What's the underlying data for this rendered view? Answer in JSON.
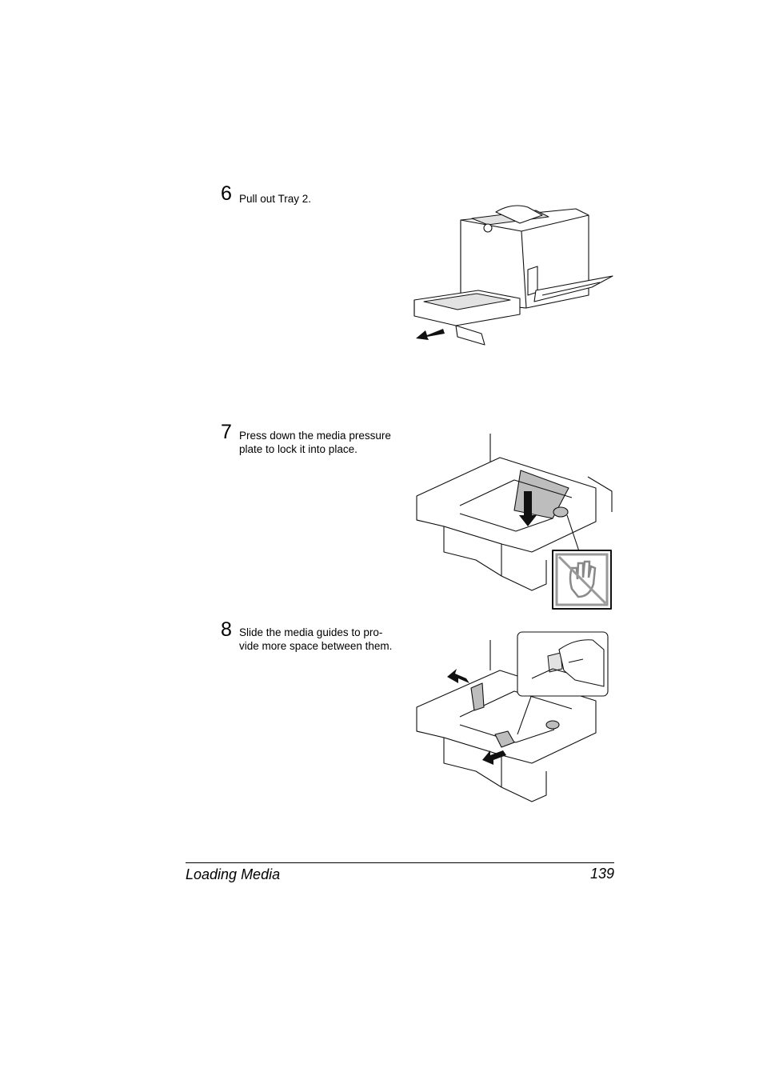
{
  "steps": [
    {
      "number": "6",
      "lines": [
        "Pull out Tray 2."
      ]
    },
    {
      "number": "7",
      "lines": [
        "Press down the media pressure",
        "plate to lock it into place."
      ]
    },
    {
      "number": "8",
      "lines": [
        "Slide the media guides to pro-",
        "vide more space between them."
      ]
    }
  ],
  "footer": {
    "section": "Loading Media",
    "page": "139"
  }
}
